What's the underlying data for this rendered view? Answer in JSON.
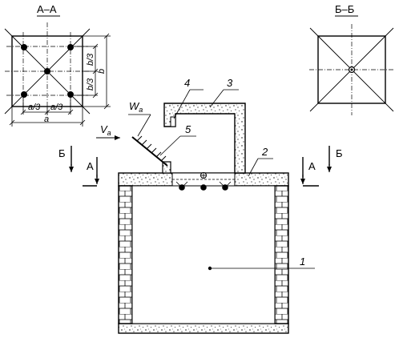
{
  "section_aa": {
    "title": "А–А",
    "dim_a": "a",
    "dim_a3_left": "a/3",
    "dim_a3_right": "a/3",
    "dim_b": "b",
    "dim_b3_top": "b/3",
    "dim_b3_bottom": "b/3"
  },
  "section_bb": {
    "title": "Б–Б"
  },
  "cut_marks": {
    "a_left": "А",
    "a_right": "А",
    "b_left": "Б",
    "b_right": "Б"
  },
  "callouts": {
    "c1": "1",
    "c2": "2",
    "c3": "3",
    "c4": "4",
    "c5": "5"
  },
  "flow": {
    "wind_w_main": "W",
    "wind_w_sub": "a",
    "wind_v_main": "V",
    "wind_v_sub": "a"
  }
}
